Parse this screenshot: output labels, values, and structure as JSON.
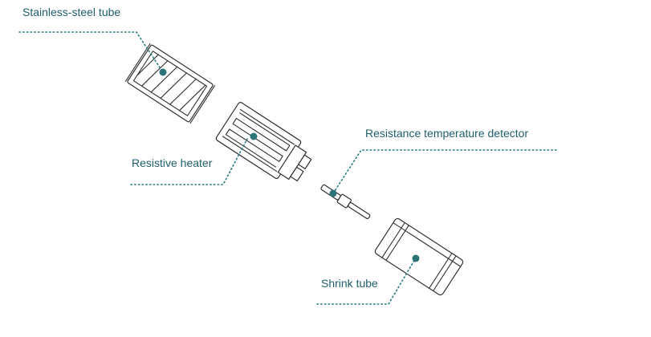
{
  "labels": {
    "stainless_steel_tube": "Stainless-steel tube",
    "resistive_heater": "Resistive heater",
    "rtd": "Resistance temperature detector",
    "shrink_tube": "Shrink tube"
  },
  "colors": {
    "label_text": "#1f5e6b",
    "leader_line": "#2b7d80",
    "marker_dot": "#2a7478",
    "drawing_stroke": "#2f2f2f"
  }
}
